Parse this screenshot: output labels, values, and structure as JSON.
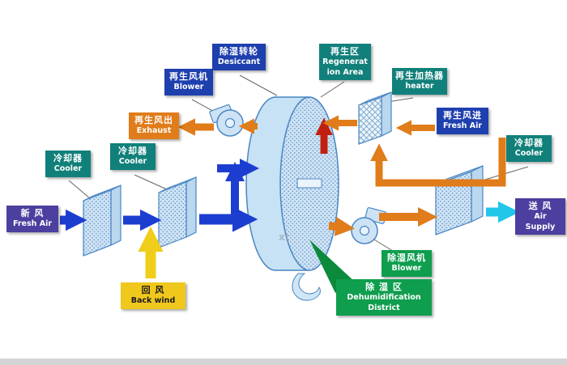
{
  "labels": {
    "fresh_air_in": {
      "zh": "新 风",
      "en": "Fresh Air"
    },
    "cooler_left_1": {
      "zh": "冷却器",
      "en": "Cooler"
    },
    "cooler_left_2": {
      "zh": "冷却器",
      "en": "Cooler"
    },
    "back_wind": {
      "zh": "回 风",
      "en": "Back wind"
    },
    "regen_blower": {
      "zh": "再生风机",
      "en": "Blower"
    },
    "regen_exhaust": {
      "zh": "再生风出",
      "en": "Exhaust"
    },
    "desiccant_wheel": {
      "zh": "除湿转轮",
      "en": "Desiccant"
    },
    "regeneration_area": {
      "zh": "再生区",
      "en": "Regeneration Area"
    },
    "regen_heater": {
      "zh": "再生加热器",
      "en": "heater"
    },
    "regen_fresh_air": {
      "zh": "再生风进",
      "en": "Fresh Air"
    },
    "cooler_right": {
      "zh": "冷却器",
      "en": "Cooler"
    },
    "air_supply": {
      "zh": "送 风",
      "en": "Air Supply"
    },
    "dehumid_blower": {
      "zh": "除湿风机",
      "en": "Blower"
    },
    "dehumid_district": {
      "zh": "除 湿 区",
      "en": "Dehumidification District"
    }
  },
  "watermark": "xt",
  "colors": {
    "purple_label": "#4b3f9f",
    "teal_label": "#11807a",
    "navy_label": "#1e3fae",
    "orange_label": "#e07c1a",
    "yellow_label": "#f0c71c",
    "green_label": "#0e9e4e",
    "blue_arrow": "#1c3ed0",
    "orange_arrow": "#e07c1a",
    "cyan_arrow": "#22c6ea",
    "yellow_arrow": "#f0cd1a",
    "red_arrow": "#c02010",
    "green_pointer": "#0c8a3c",
    "equipment_fill": "#cde3f5",
    "equipment_stroke": "#4a86c4"
  }
}
